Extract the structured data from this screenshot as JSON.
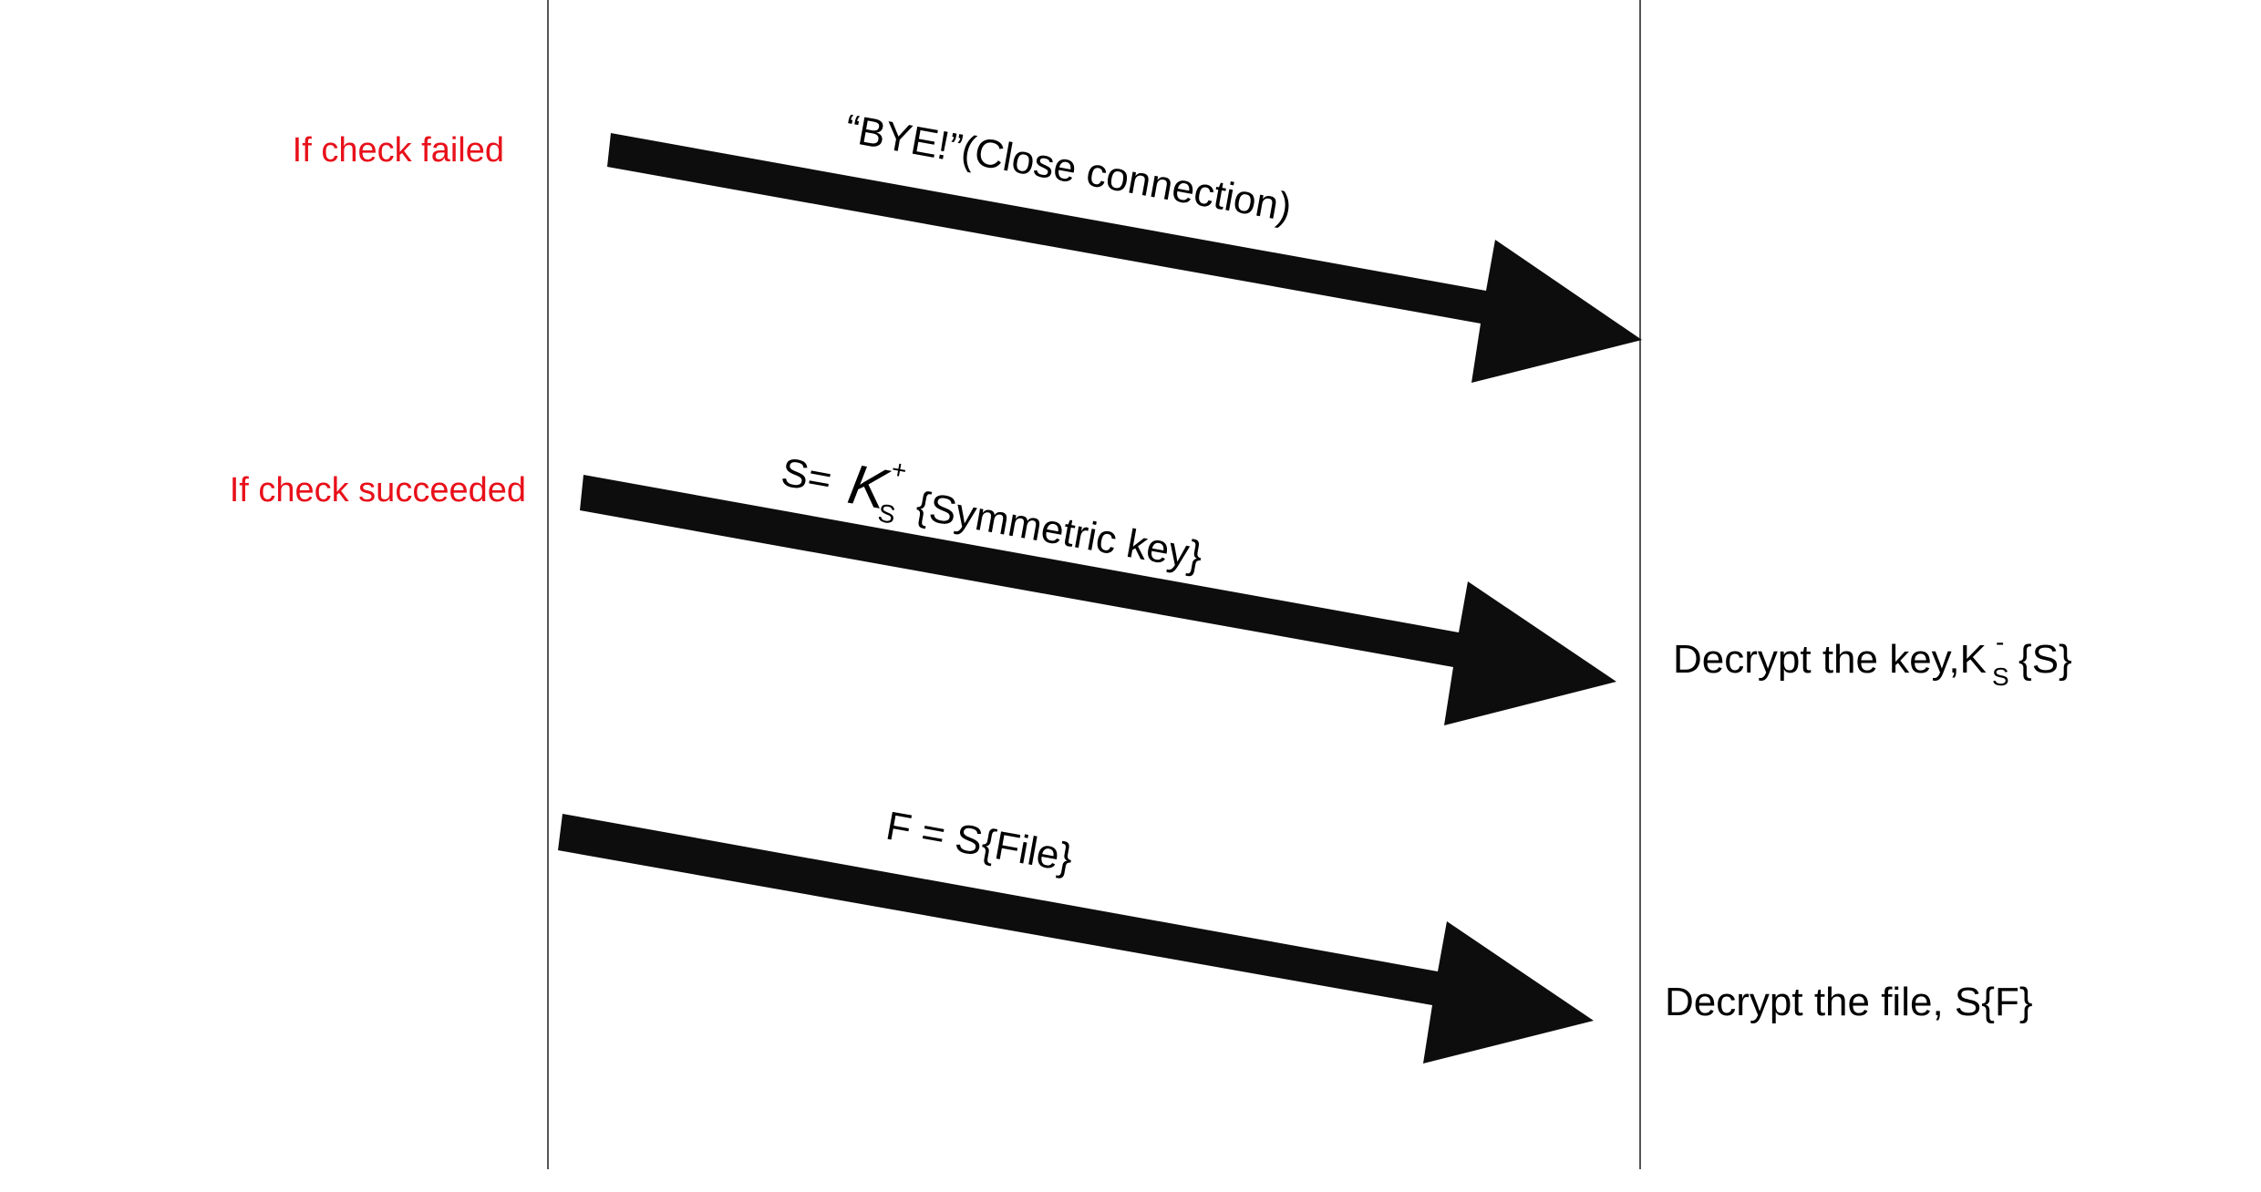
{
  "notes": {
    "check_failed": "If check failed",
    "check_succeeded": "If check succeeded"
  },
  "messages": [
    {
      "label": "“BYE!”(Close connection)"
    },
    {
      "label_prefix": "S=",
      "key_symbol": "K",
      "key_subscript": "S",
      "key_superscript": "+",
      "label_suffix": "{Symmetric key}"
    },
    {
      "label": "F = S{File}"
    }
  ],
  "server_notes": {
    "decrypt_key_prefix": "Decrypt the key,K",
    "decrypt_key_subscript": "S",
    "decrypt_key_superscript": "-",
    "decrypt_key_suffix": "{S}",
    "decrypt_file": "Decrypt the file, S{F}"
  },
  "colors": {
    "note_red": "#e8101a",
    "arrow": "#0d0d0d",
    "lifeline": "#555555"
  }
}
